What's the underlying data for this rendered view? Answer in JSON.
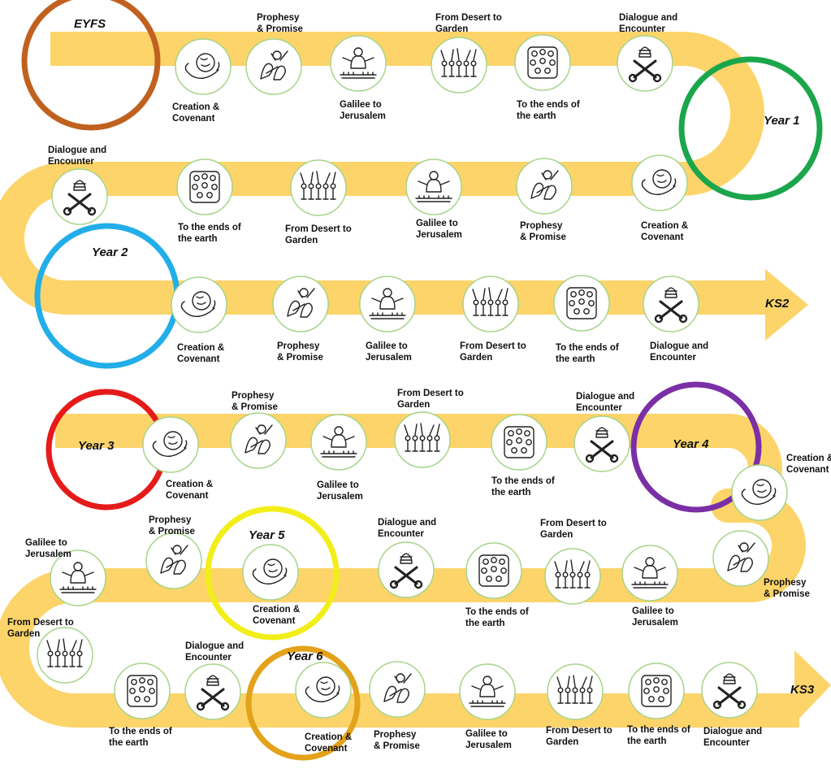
{
  "milestones": {
    "eyfs": "EYFS",
    "year1": "Year 1",
    "year2": "Year 2",
    "ks2": "KS2",
    "year3": "Year 3",
    "year4": "Year 4",
    "year5": "Year 5",
    "year6": "Year 6",
    "ks3": "KS3"
  },
  "ring_colors": {
    "eyfs": "#c0611f",
    "year1": "#1ba64b",
    "year2": "#22aee8",
    "year3": "#e51b1b",
    "year4": "#7a2fa6",
    "year5": "#f2ee1a",
    "year6": "#e3a21a"
  },
  "path_color": "#fcd46a",
  "topics": {
    "creation": "Creation &\nCovenant",
    "prophesy": "Prophesy\n& Promise",
    "galilee": "Galilee to\nJerusalem",
    "desert": "From Desert to\nGarden",
    "ends": "To the ends of\nthe earth",
    "dialogue": "Dialogue and\nEncounter"
  },
  "icons": {
    "creation": "globe-in-hands-icon",
    "prophesy": "praying-figures-icon",
    "galilee": "jesus-teaching-icon",
    "desert": "crowd-with-palms-icon",
    "ends": "crowd-of-faces-icon",
    "dialogue": "papal-keys-icon"
  }
}
